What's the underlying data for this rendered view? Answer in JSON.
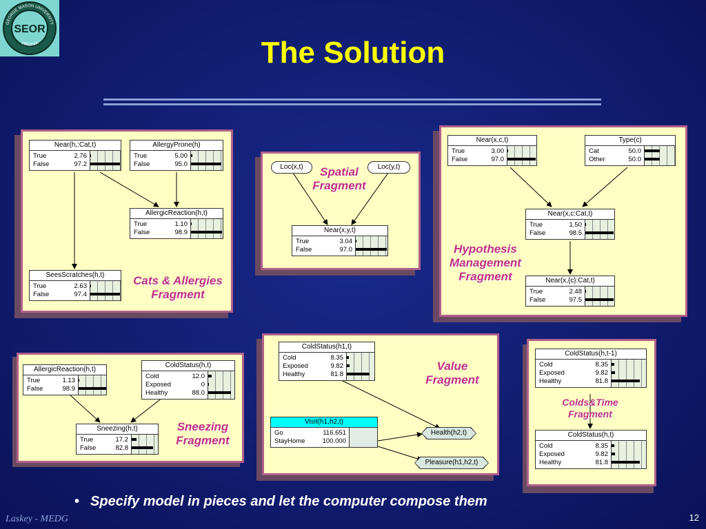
{
  "slide": {
    "title": "The Solution",
    "bullet": "Specify model in pieces and let the computer compose them",
    "footer_left": "Laskey - MEDG",
    "page_number": "12",
    "logo_text": "SEOR",
    "logo_ring_top": "GEORGE MASON UNIVERSITY",
    "logo_ring_bottom": "VIRGINIA"
  },
  "fragments": {
    "cats": {
      "label": "Cats & Allergies Fragment",
      "near": {
        "title": "Near(h,:Cat,t)",
        "states": [
          "True",
          "False"
        ],
        "values": [
          "2.76",
          "97.2"
        ]
      },
      "prone": {
        "title": "AllergyProne(h)",
        "states": [
          "True",
          "False"
        ],
        "values": [
          "5.00",
          "95.0"
        ]
      },
      "reaction": {
        "title": "AllergicReaction(h,t)",
        "states": [
          "True",
          "False"
        ],
        "values": [
          "1.10",
          "98.9"
        ]
      },
      "sees": {
        "title": "SeesScratches(h,t)",
        "states": [
          "True",
          "False"
        ],
        "values": [
          "2.63",
          "97.4"
        ]
      }
    },
    "spatial": {
      "label": "Spatial Fragment",
      "locx": "Loc(x,t)",
      "locy": "Loc(y,t)",
      "near": {
        "title": "Near(x,y,t)",
        "states": [
          "True",
          "False"
        ],
        "values": [
          "3.04",
          "97.0"
        ]
      }
    },
    "hypothesis": {
      "label": "Hypothesis Management Fragment",
      "nearxc": {
        "title": "Near(x,c,t)",
        "states": [
          "True",
          "False"
        ],
        "values": [
          "3.00",
          "97.0"
        ]
      },
      "type": {
        "title": "Type(c)",
        "states": [
          "Cat",
          "Other"
        ],
        "values": [
          "50.0",
          "50.0"
        ]
      },
      "nearcat": {
        "title": "Near(x,c:Cat,t)",
        "states": [
          "True",
          "False"
        ],
        "values": [
          "1.50",
          "98.5"
        ]
      },
      "nearset": {
        "title": "Near(x,{c}:Cat,t)",
        "states": [
          "True",
          "False"
        ],
        "values": [
          "2.48",
          "97.5"
        ]
      }
    },
    "sneezing": {
      "label": "Sneezing Fragment",
      "reaction": {
        "title": "AllergicReaction(h,t)",
        "states": [
          "True",
          "False"
        ],
        "values": [
          "1.13",
          "98.9"
        ]
      },
      "cold": {
        "title": "ColdStatus(h,t)",
        "states": [
          "Cold",
          "Exposed",
          "Healthy"
        ],
        "values": [
          "12.0",
          "0",
          "88.0"
        ]
      },
      "sneeze": {
        "title": "Sneezing(h,t)",
        "states": [
          "True",
          "False"
        ],
        "values": [
          "17.2",
          "82.8"
        ]
      }
    },
    "value": {
      "label": "Value Fragment",
      "cold": {
        "title": "ColdStatus(h1,t)",
        "states": [
          "Cold",
          "Exposed",
          "Healthy"
        ],
        "values": [
          "8.35",
          "9.82",
          "81.8"
        ]
      },
      "visit": {
        "title": "Visit(h1,h2,t)",
        "states": [
          "Go",
          "StayHome"
        ],
        "values": [
          "116.651",
          "100.000"
        ]
      },
      "health": "Health(h2,t)",
      "pleasure": "Pleasure(h1,h2,t)"
    },
    "coldtime": {
      "label": "Colds&Time Fragment",
      "prev": {
        "title": "ColdStatus(h,t-1)",
        "states": [
          "Cold",
          "Exposed",
          "Healthy"
        ],
        "values": [
          "8.35",
          "9.82",
          "81.8"
        ]
      },
      "curr": {
        "title": "ColdStatus(h,t)",
        "states": [
          "Cold",
          "Exposed",
          "Healthy"
        ],
        "values": [
          "8.35",
          "9.82",
          "81.8"
        ]
      }
    }
  },
  "colors": {
    "title": "#ffff00",
    "panel_bg": "#ffffc4",
    "panel_border": "#b0608a",
    "label": "#c03080",
    "visit_header": "#00ffff"
  }
}
